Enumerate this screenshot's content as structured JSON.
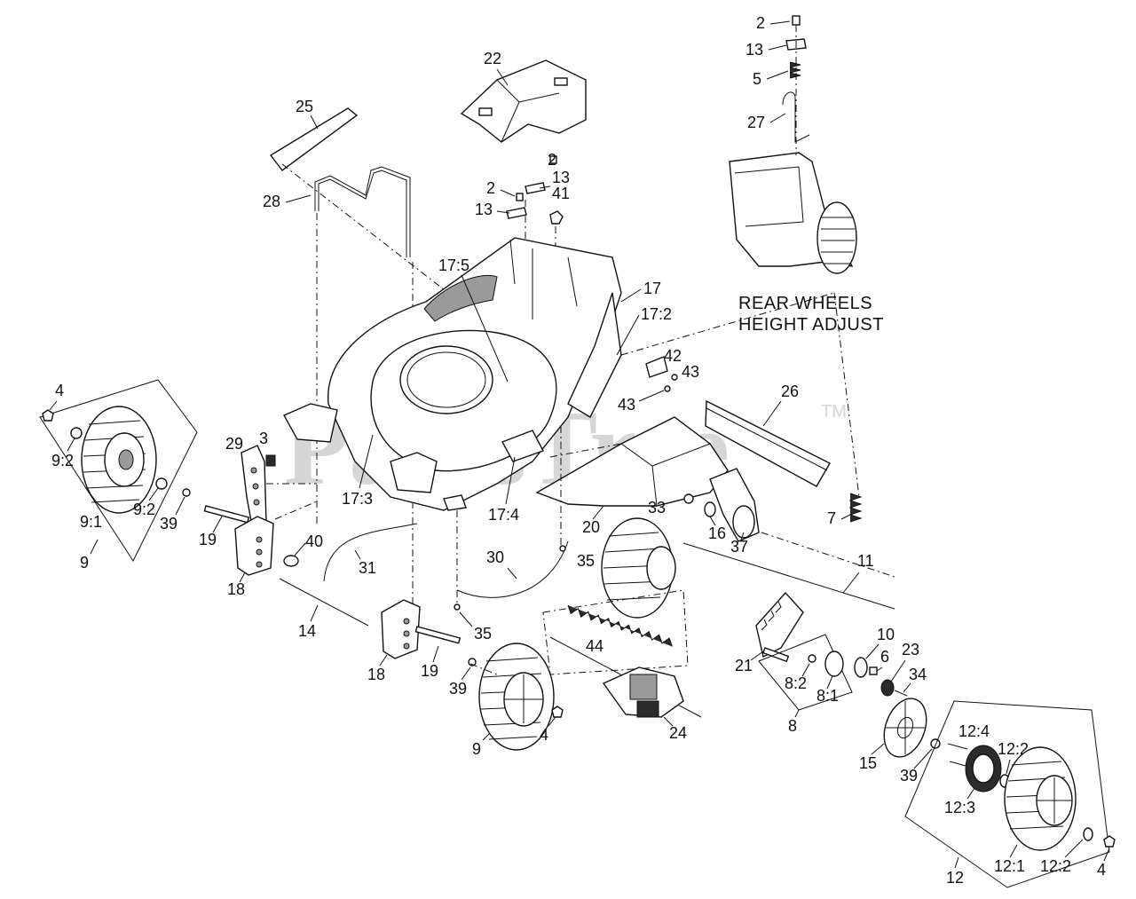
{
  "watermark": {
    "text": "PartsTree",
    "trademark": "TM"
  },
  "inset": {
    "caption_line1": "REAR WHEELS",
    "caption_line2": "HEIGHT ADJUST"
  },
  "callouts": {
    "c2a": "2",
    "c13a": "13",
    "c5": "5",
    "c27": "27",
    "c22": "22",
    "c25": "25",
    "c28": "28",
    "c2b": "2",
    "c13b": "13",
    "c2c": "2",
    "c41": "41",
    "c13c": "13",
    "c17_5": "17:5",
    "c17": "17",
    "c17_2": "17:2",
    "c42": "42",
    "c43a": "43",
    "c43b": "43",
    "c26": "26",
    "c4a": "4",
    "c9_2a": "9:2",
    "c9_2b": "9:2",
    "c9_1": "9:1",
    "c39a": "39",
    "c9a": "9",
    "c29": "29",
    "c3": "3",
    "c19a": "19",
    "c40": "40",
    "c18a": "18",
    "c17_3": "17:3",
    "c17_4": "17:4",
    "c31": "31",
    "c20": "20",
    "c33": "33",
    "c16": "16",
    "c37": "37",
    "c7": "7",
    "c30": "30",
    "c35a": "35",
    "c11": "11",
    "c14": "14",
    "c35b": "35",
    "c44": "44",
    "c18b": "18",
    "c19b": "19",
    "c39b": "39",
    "c21": "21",
    "c10": "10",
    "c6": "6",
    "c23": "23",
    "c34": "34",
    "c8_2": "8:2",
    "c8_1": "8:1",
    "c8": "8",
    "c9b": "9",
    "c4b": "4",
    "c24": "24",
    "c15": "15",
    "c39c": "39",
    "c12_4": "12:4",
    "c12_2a": "12:2",
    "c12_3": "12:3",
    "c12_1": "12:1",
    "c12_2b": "12:2",
    "c4c": "4",
    "c12": "12"
  }
}
